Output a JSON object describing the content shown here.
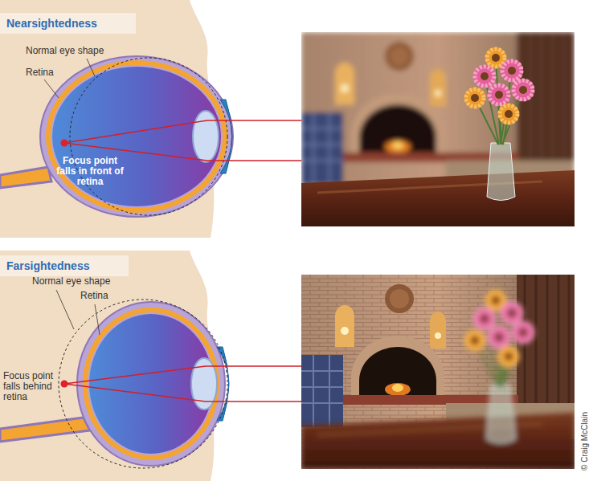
{
  "diagram": {
    "nodes": [
      {
        "text": [
          "Nearsightedness"
        ]
      },
      {
        "text": [
          "Farsightedness"
        ]
      }
    ],
    "labels": [
      "Normal eye shape",
      "Retina",
      "Focus point falls in front of retina",
      "Normal eye shape",
      "Retina",
      "Focus point falls behind retina",
      "© Craig McClain"
    ]
  }
}
